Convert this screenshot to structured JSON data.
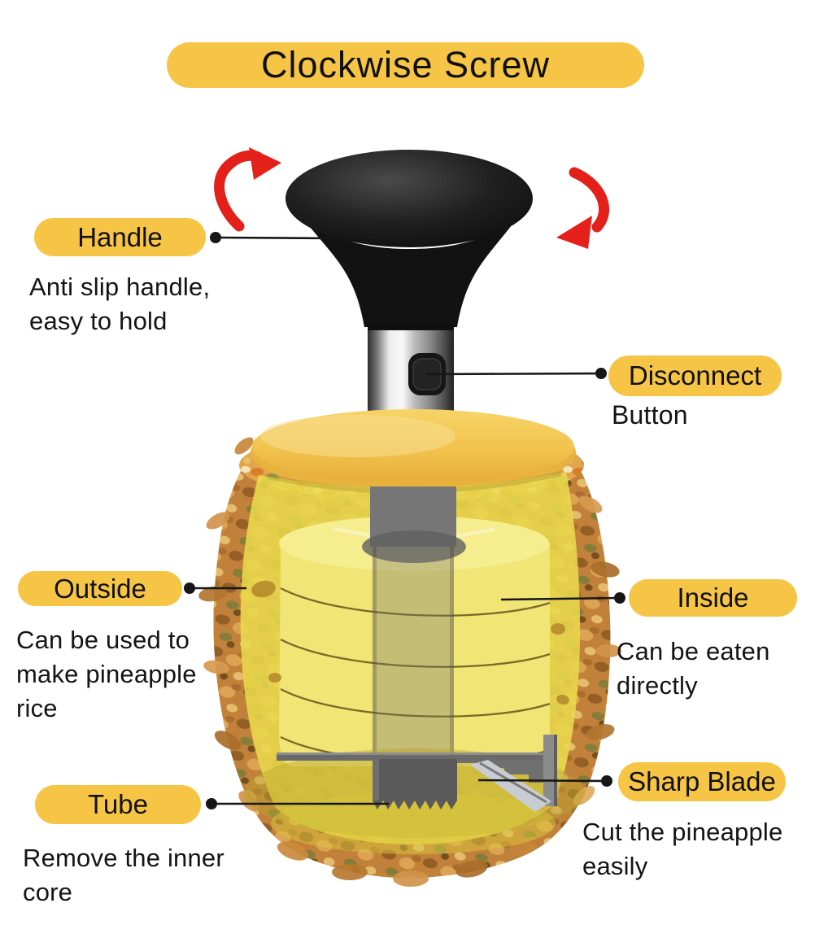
{
  "title": {
    "label": "Clockwise Screw"
  },
  "annotations": {
    "handle": {
      "label": "Handle",
      "desc": "Anti slip handle,\neasy to hold"
    },
    "disconnect_button": {
      "label": "Disconnect",
      "sub_label": "Button"
    },
    "outside": {
      "label": "Outside",
      "desc": "Can be used to\nmake pineapple\nrice"
    },
    "inside": {
      "label": "Inside",
      "desc": "Can be eaten\ndirectly"
    },
    "tube": {
      "label": "Tube",
      "desc": "Remove the inner\ncore"
    },
    "sharp_blade": {
      "label": "Sharp Blade",
      "desc": "Cut the pineapple\neasily"
    }
  },
  "icons": {
    "left_rotation_arrow": "clockwise-rotate-arrow",
    "right_rotation_arrow": "clockwise-rotate-arrow"
  },
  "colors": {
    "label_pill": "#F7C546",
    "rotation_arrow": "#E3211A",
    "leader_line": "#161616",
    "text": "#141414"
  }
}
